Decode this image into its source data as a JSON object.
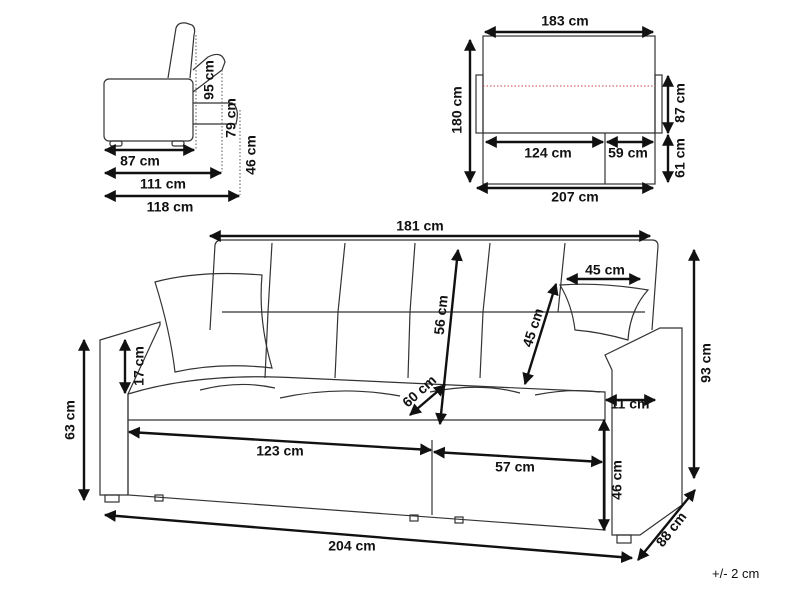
{
  "side_view": {
    "depth": "87 cm",
    "depth_reclined": "111 cm",
    "depth_bed": "118 cm",
    "height_back": "95 cm",
    "height_mid": "79 cm",
    "height_seat": "46 cm"
  },
  "top_view": {
    "width": "183 cm",
    "length": "180 cm",
    "back_depth": "87 cm",
    "section_a": "124 cm",
    "section_b": "59 cm",
    "section_c": "61 cm",
    "overall_width": "207 cm"
  },
  "front_view": {
    "back_width": "181 cm",
    "cushion_width": "45 cm",
    "back_height": "56 cm",
    "cushion_height": "45 cm",
    "total_height": "93 cm",
    "arm_height": "17 cm",
    "arm_total_height": "63 cm",
    "seat_depth": "60 cm",
    "arm_width": "11 cm",
    "seat_left": "123 cm",
    "seat_right": "57 cm",
    "seat_height": "46 cm",
    "total_width": "204 cm",
    "total_depth": "88 cm"
  },
  "tolerance": "+/- 2 cm"
}
